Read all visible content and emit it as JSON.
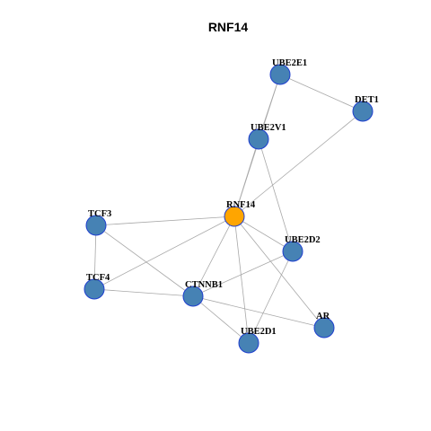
{
  "title": "RNF14",
  "colors": {
    "center": "#FFA500",
    "neighbor": "#4682B4",
    "node_border": "#1F3FCF",
    "edge": "#A8A8A8"
  },
  "nodes": [
    {
      "id": "RNF14",
      "label": "RNF14",
      "role": "center"
    },
    {
      "id": "UBE2E1",
      "label": "UBE2E1",
      "role": "neighbor"
    },
    {
      "id": "DET1",
      "label": "DET1",
      "role": "neighbor"
    },
    {
      "id": "UBE2V1",
      "label": "UBE2V1",
      "role": "neighbor"
    },
    {
      "id": "TCF3",
      "label": "TCF3",
      "role": "neighbor"
    },
    {
      "id": "UBE2D2",
      "label": "UBE2D2",
      "role": "neighbor"
    },
    {
      "id": "TCF4",
      "label": "TCF4",
      "role": "neighbor"
    },
    {
      "id": "CTNNB1",
      "label": "CTNNB1",
      "role": "neighbor"
    },
    {
      "id": "AR",
      "label": "AR",
      "role": "neighbor"
    },
    {
      "id": "UBE2D1",
      "label": "UBE2D1",
      "role": "neighbor"
    }
  ],
  "edges": [
    [
      "UBE2E1",
      "DET1"
    ],
    [
      "UBE2E1",
      "UBE2V1"
    ],
    [
      "UBE2E1",
      "RNF14"
    ],
    [
      "DET1",
      "RNF14"
    ],
    [
      "UBE2V1",
      "RNF14"
    ],
    [
      "UBE2V1",
      "UBE2D2"
    ],
    [
      "RNF14",
      "TCF3"
    ],
    [
      "RNF14",
      "TCF4"
    ],
    [
      "RNF14",
      "CTNNB1"
    ],
    [
      "RNF14",
      "UBE2D2"
    ],
    [
      "RNF14",
      "AR"
    ],
    [
      "RNF14",
      "UBE2D1"
    ],
    [
      "TCF3",
      "TCF4"
    ],
    [
      "TCF3",
      "CTNNB1"
    ],
    [
      "TCF4",
      "CTNNB1"
    ],
    [
      "CTNNB1",
      "UBE2D2"
    ],
    [
      "CTNNB1",
      "AR"
    ],
    [
      "CTNNB1",
      "UBE2D1"
    ],
    [
      "UBE2D2",
      "UBE2D1"
    ]
  ]
}
